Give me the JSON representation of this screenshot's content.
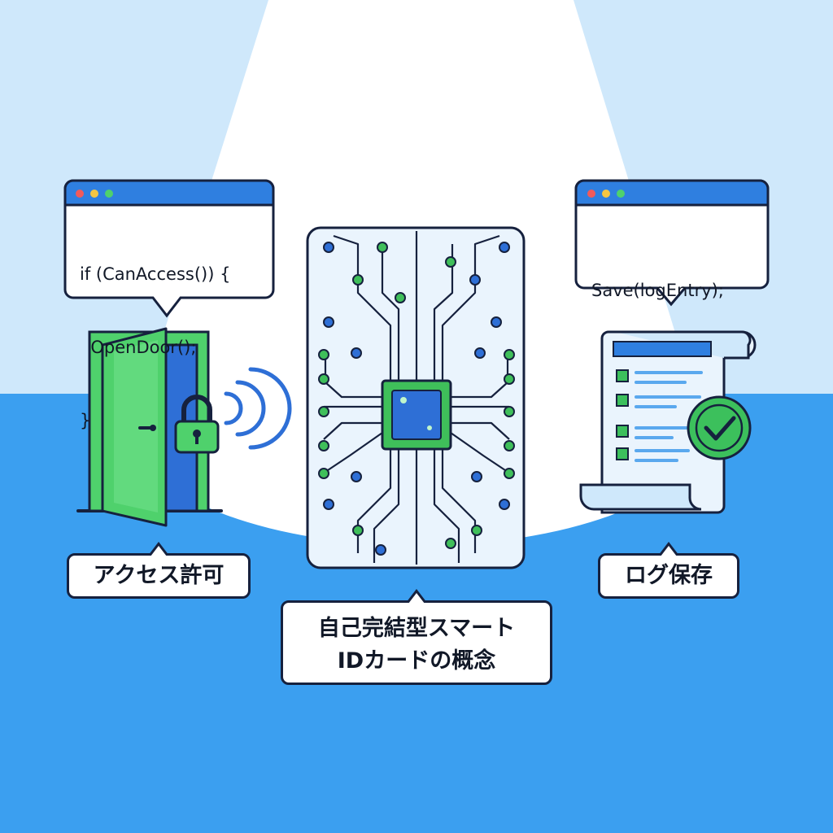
{
  "code_left": {
    "line1": "if (CanAccess()) {",
    "line2": "  OpenDoor();",
    "line3": "}"
  },
  "code_right": {
    "line1": "Save(logEntry);"
  },
  "labels": {
    "access": "アクセス許可",
    "main_line1": "自己完結型スマート",
    "main_line2": "IDカードの概念",
    "log": "ログ保存"
  },
  "colors": {
    "sky": "#cfe8fb",
    "ground": "#3b9ff0",
    "spotlight": "#ffffff",
    "outline": "#16213e",
    "window_bar": "#2f7fe0",
    "door_green": "#4fd16c",
    "accent_blue": "#2e6fd6",
    "chip_green": "#3fbf5a",
    "check_green": "#3cc05c"
  },
  "icons": [
    "door-icon",
    "padlock-icon",
    "signal-waves-icon",
    "circuit-card-icon",
    "chip-icon",
    "log-document-icon",
    "checkmark-badge-icon"
  ]
}
